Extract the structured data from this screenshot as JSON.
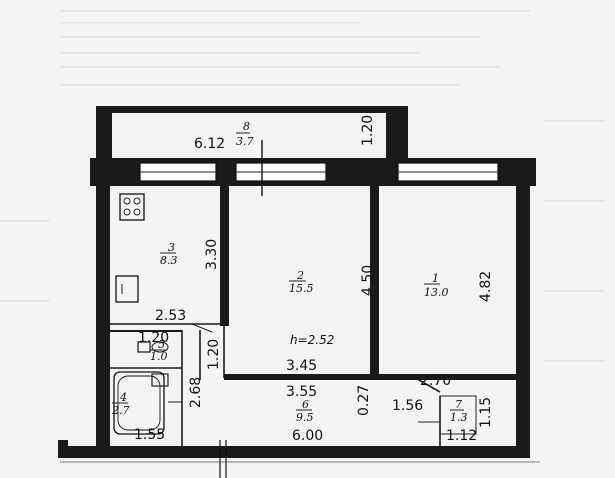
{
  "ceiling_height_label": "h=2.52",
  "rooms": [
    {
      "id": "r8",
      "number": "8",
      "area": "3.7"
    },
    {
      "id": "r3",
      "number": "3",
      "area": "8.3"
    },
    {
      "id": "r2",
      "number": "2",
      "area": "15.5"
    },
    {
      "id": "r1",
      "number": "1",
      "area": "13.0"
    },
    {
      "id": "r5",
      "number": "5",
      "area": "1.0"
    },
    {
      "id": "r4",
      "number": "4",
      "area": "2.7"
    },
    {
      "id": "r6",
      "number": "6",
      "area": "9.5"
    },
    {
      "id": "r7",
      "number": "7",
      "area": "1.3"
    }
  ],
  "dimensions": {
    "balcony_length": "6.12",
    "balcony_depth": "1.20",
    "kitchen_depth": "3.30",
    "kitchen_width": "2.53",
    "room2_depth": "4.50",
    "room1_depth": "4.82",
    "wc_width": "1.20",
    "wc_depth": "1.20",
    "room2_width": "3.45",
    "hall_width": "3.55",
    "bath_depth": "2.68",
    "bath_width": "1.55",
    "hall_length": "6.00",
    "closet_offset": "0.27",
    "closet_width": "1.56",
    "room1_width": "2.70",
    "store_depth": "1.15",
    "store_width": "1.12"
  }
}
